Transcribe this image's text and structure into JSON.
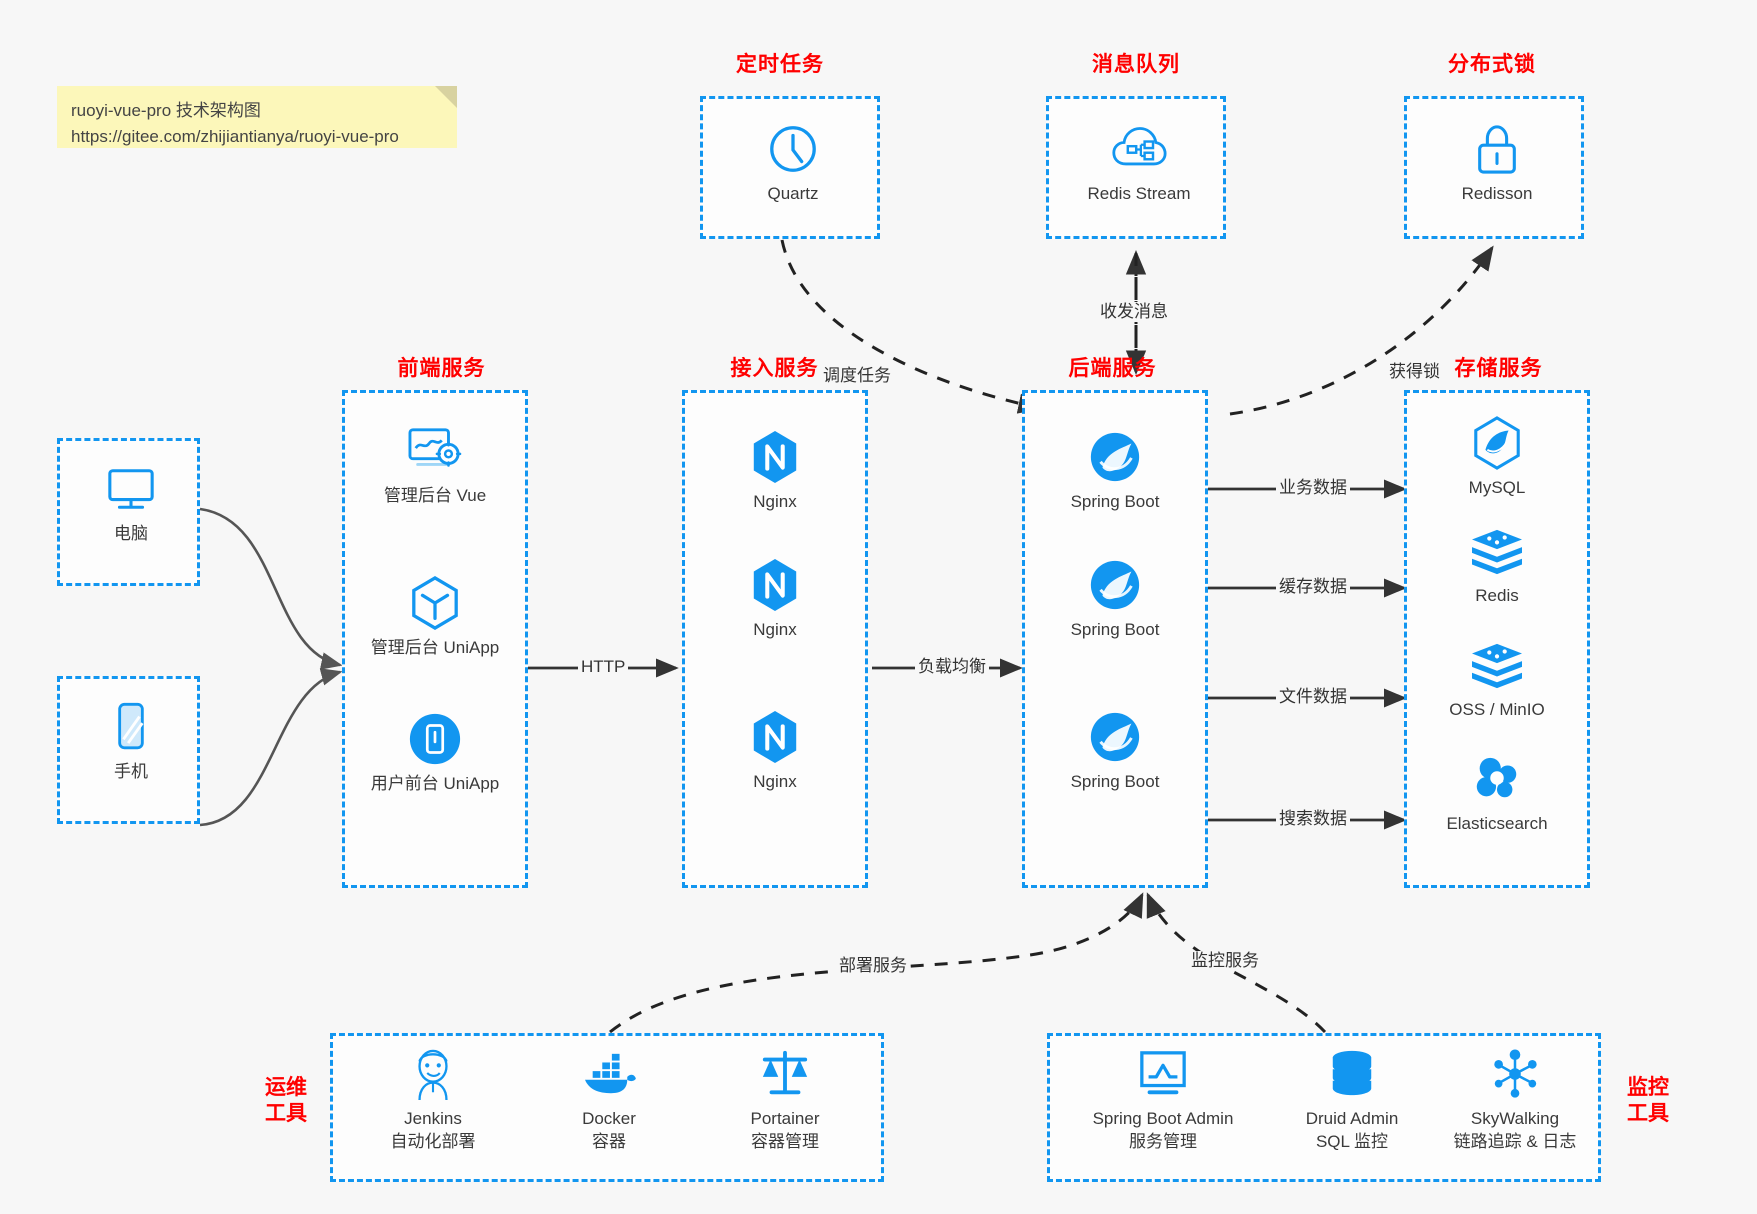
{
  "note": {
    "line1": "ruoyi-vue-pro 技术架构图",
    "line2": "https://gitee.com/zhijiantianya/ruoyi-vue-pro"
  },
  "colors": {
    "accent": "#1296f0",
    "group_label": "#ff0000",
    "note_bg": "#fcf7ba",
    "page_bg": "#f7f7f7",
    "arrow": "#333333"
  },
  "groups": {
    "scheduler": {
      "label": "定时任务",
      "nodes": [
        {
          "name": "Quartz",
          "icon": "clock-icon"
        }
      ]
    },
    "mq": {
      "label": "消息队列",
      "nodes": [
        {
          "name": "Redis Stream",
          "icon": "cloud-stream-icon"
        }
      ]
    },
    "lock": {
      "label": "分布式锁",
      "nodes": [
        {
          "name": "Redisson",
          "icon": "lock-icon"
        }
      ]
    },
    "clients": {
      "pc": {
        "name": "电脑",
        "icon": "desktop-icon"
      },
      "mobile": {
        "name": "手机",
        "icon": "phone-icon"
      }
    },
    "frontend": {
      "label": "前端服务",
      "nodes": [
        {
          "name": "管理后台 Vue",
          "icon": "dashboard-gear-icon"
        },
        {
          "name": "管理后台 UniApp",
          "icon": "cube-icon"
        },
        {
          "name": "用户前台 UniApp",
          "icon": "mobile-app-icon"
        }
      ]
    },
    "gateway": {
      "label": "接入服务",
      "nodes": [
        {
          "name": "Nginx",
          "icon": "nginx-icon"
        },
        {
          "name": "Nginx",
          "icon": "nginx-icon"
        },
        {
          "name": "Nginx",
          "icon": "nginx-icon"
        }
      ]
    },
    "backend": {
      "label": "后端服务",
      "nodes": [
        {
          "name": "Spring Boot",
          "icon": "spring-icon"
        },
        {
          "name": "Spring Boot",
          "icon": "spring-icon"
        },
        {
          "name": "Spring Boot",
          "icon": "spring-icon"
        }
      ]
    },
    "storage": {
      "label": "存储服务",
      "nodes": [
        {
          "name": "MySQL",
          "icon": "mysql-icon"
        },
        {
          "name": "Redis",
          "icon": "redis-icon"
        },
        {
          "name": "OSS / MinIO",
          "icon": "oss-icon"
        },
        {
          "name": "Elasticsearch",
          "icon": "elasticsearch-icon"
        }
      ]
    },
    "ops": {
      "label_line1": "运维",
      "label_line2": "工具",
      "nodes": [
        {
          "name": "Jenkins",
          "desc": "自动化部署",
          "icon": "jenkins-icon"
        },
        {
          "name": "Docker",
          "desc": "容器",
          "icon": "docker-icon"
        },
        {
          "name": "Portainer",
          "desc": "容器管理",
          "icon": "scales-icon"
        }
      ]
    },
    "monitor": {
      "label_line1": "监控",
      "label_line2": "工具",
      "nodes": [
        {
          "name": "Spring Boot Admin",
          "desc": "服务管理",
          "icon": "monitor-chart-icon"
        },
        {
          "name": "Druid Admin",
          "desc": "SQL 监控",
          "icon": "database-icon"
        },
        {
          "name": "SkyWalking",
          "desc": "链路追踪 & 日志",
          "icon": "skywalking-icon"
        }
      ]
    }
  },
  "edges": [
    {
      "id": "schedule-task",
      "label": "调度任务"
    },
    {
      "id": "send-receive",
      "label": "收发消息"
    },
    {
      "id": "acquire-lock",
      "label": "获得锁"
    },
    {
      "id": "http",
      "label": "HTTP"
    },
    {
      "id": "load-balance",
      "label": "负载均衡"
    },
    {
      "id": "business-data",
      "label": "业务数据"
    },
    {
      "id": "cache-data",
      "label": "缓存数据"
    },
    {
      "id": "file-data",
      "label": "文件数据"
    },
    {
      "id": "search-data",
      "label": "搜索数据"
    },
    {
      "id": "deploy-service",
      "label": "部署服务"
    },
    {
      "id": "monitor-service",
      "label": "监控服务"
    }
  ]
}
